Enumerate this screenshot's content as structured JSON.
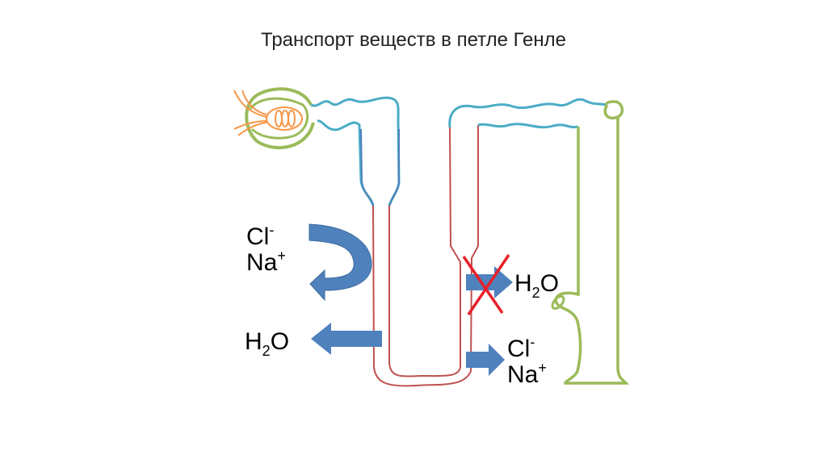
{
  "title": "Транспорт веществ в петле Генле",
  "labels": {
    "left_ions": {
      "cl": "Cl",
      "cl_charge": "-",
      "na": "Na",
      "na_charge": "+"
    },
    "left_water": {
      "h": "H",
      "sub": "2",
      "o": "O"
    },
    "right_water": {
      "h": "H",
      "sub": "2",
      "o": "O"
    },
    "right_ions": {
      "cl": "Cl",
      "cl_charge": "-",
      "na": "Na",
      "na_charge": "+"
    }
  },
  "colors": {
    "capsule": "#9bbb59",
    "glomerulus": "#f79646",
    "tubule_blue": "#4bacc6",
    "loop_red": "#c0504d",
    "arrow": "#4f81bd",
    "cross": "#e8202a"
  }
}
